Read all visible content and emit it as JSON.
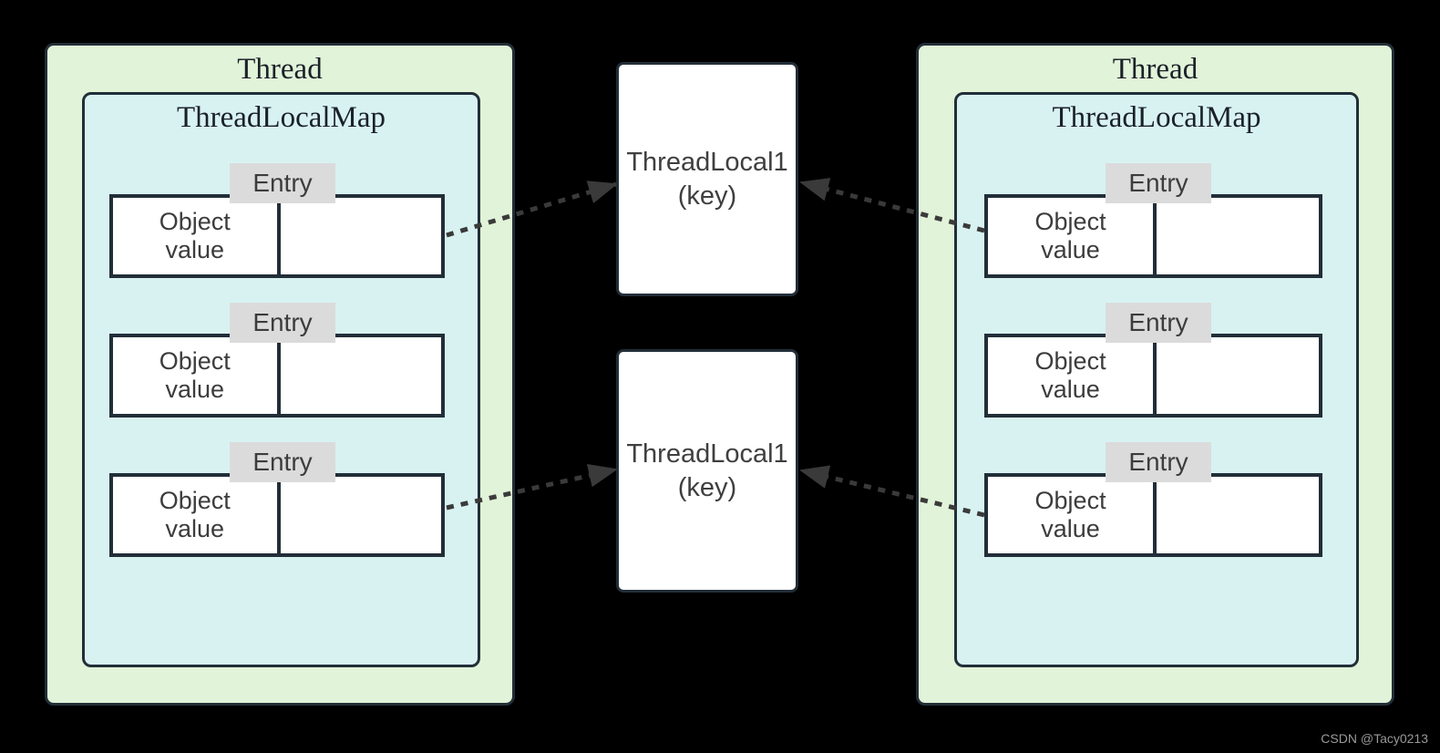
{
  "watermark": "CSDN @Tacy0213",
  "colors": {
    "background": "#000000",
    "thread_fill": "#e1f3d8",
    "map_fill": "#d8f2f2",
    "border": "#222e38",
    "entry_label_fill": "#dbdbdb",
    "entry_fill": "#ffffff",
    "arrow": "#3a3a3a",
    "text_dark": "#3c3c3c",
    "watermark_color": "#999999"
  },
  "threads": [
    {
      "title": "Thread",
      "map_title": "ThreadLocalMap",
      "entries": [
        {
          "label": "Entry",
          "value": "Object value"
        },
        {
          "label": "Entry",
          "value": "Object value"
        },
        {
          "label": "Entry",
          "value": "Object value"
        }
      ]
    },
    {
      "title": "Thread",
      "map_title": "ThreadLocalMap",
      "entries": [
        {
          "label": "Entry",
          "value": "Object value"
        },
        {
          "label": "Entry",
          "value": "Object value"
        },
        {
          "label": "Entry",
          "value": "Object value"
        }
      ]
    }
  ],
  "keys": [
    {
      "title": "ThreadLocal1",
      "subtitle": "(key)"
    },
    {
      "title": "ThreadLocal1",
      "subtitle": "(key)"
    }
  ]
}
